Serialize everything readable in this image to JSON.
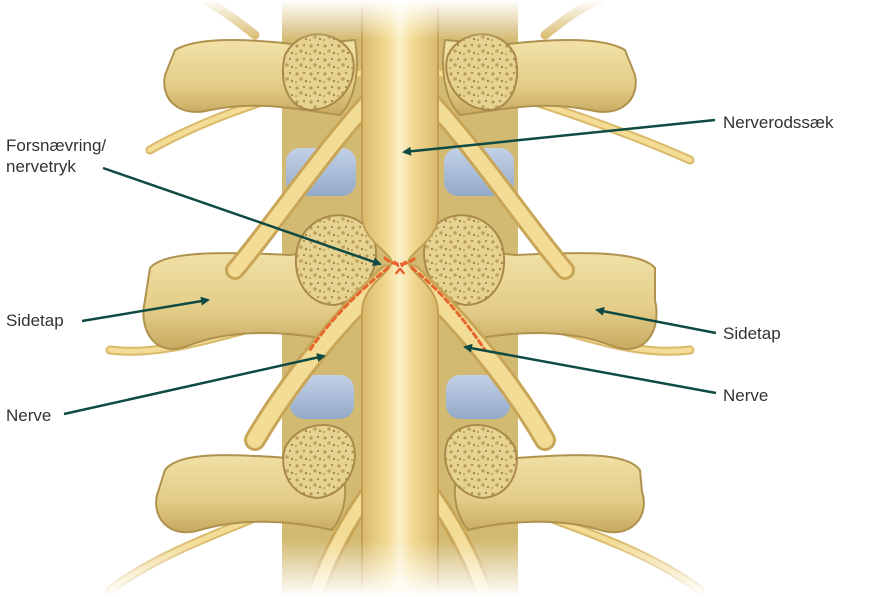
{
  "labels": {
    "nerverodssaek": "Nerverodssæk",
    "forsnaevring_line1": "Forsnævring/",
    "forsnaevring_line2": "nervetryk",
    "sidetap_left": "Sidetap",
    "sidetap_right": "Sidetap",
    "nerve_left": "Nerve",
    "nerve_right": "Nerve"
  },
  "colors": {
    "bone": "#e9d798",
    "bone_shadow": "#c2a55a",
    "spongy_bone": "#dcc98a",
    "nerve": "#f2d78a",
    "nerve_highlight": "#fbefc5",
    "disc": "#a9bcd6",
    "inflammation": "#e8662e",
    "leader_line": "#0f4a43",
    "label_text": "#333333"
  }
}
